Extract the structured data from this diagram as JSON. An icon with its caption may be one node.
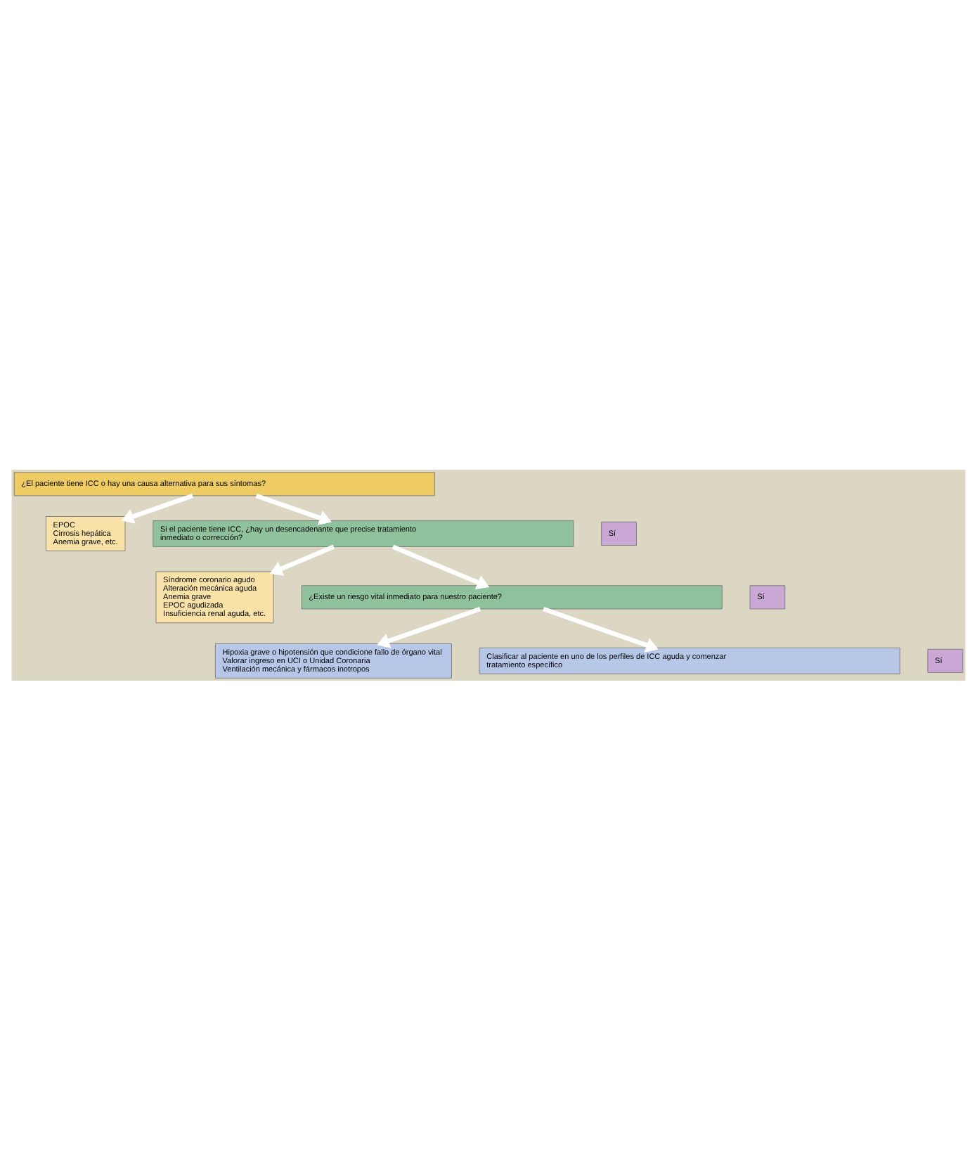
{
  "diagram": {
    "nodes": [
      {
        "text": [
          "¿El paciente tiene ICC o hay una causa alternativa para sus síntomas?"
        ]
      },
      {
        "text": [
          "EPOC",
          "Cirrosis hepática",
          "Anemia grave, etc."
        ]
      },
      {
        "text": [
          "Sí"
        ]
      },
      {
        "text": [
          "Si el paciente tiene ICC, ¿hay un desencadenante que precise tratamiento inmediato o corrección?"
        ]
      },
      {
        "text": [
          "Síndrome coronario agudo",
          "Alteración mecánica aguda",
          "Anemia grave",
          "EPOC agudizada",
          "Insuficiencia renal aguda, etc."
        ]
      },
      {
        "text": [
          "Sí"
        ]
      },
      {
        "text": [
          "¿Existe un riesgo vital inmediato para nuestro paciente?"
        ]
      },
      {
        "text": [
          "Hipoxia grave o hipotensión que condicione fallo de órgano vital",
          "Valorar ingreso en UCI o Unidad Coronaria",
          "Ventilación mecánica y fármacos inotropos"
        ]
      },
      {
        "text": [
          "Sí"
        ]
      },
      {
        "text": [
          "Clasificar al paciente en uno de los perfiles de ICC aguda y comenzar tratamiento específico"
        ]
      }
    ],
    "edges": [
      {
        "from": 0,
        "to": 1,
        "arrow": "to"
      },
      {
        "from": 0,
        "to": 3,
        "arrow": "to"
      },
      {
        "from": 3,
        "to": 4,
        "arrow": "to"
      },
      {
        "from": 3,
        "to": 6,
        "arrow": "to"
      },
      {
        "from": 6,
        "to": 7,
        "arrow": "to"
      },
      {
        "from": 6,
        "to": 9,
        "arrow": "to"
      }
    ]
  }
}
